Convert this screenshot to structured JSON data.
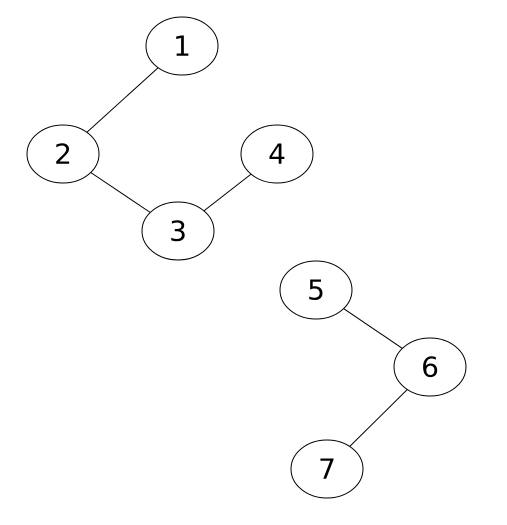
{
  "graph": {
    "nodes": [
      {
        "id": "n1",
        "label": "1"
      },
      {
        "id": "n2",
        "label": "2"
      },
      {
        "id": "n3",
        "label": "3"
      },
      {
        "id": "n4",
        "label": "4"
      },
      {
        "id": "n5",
        "label": "5"
      },
      {
        "id": "n6",
        "label": "6"
      },
      {
        "id": "n7",
        "label": "7"
      }
    ],
    "edges": [
      {
        "from": "n1",
        "to": "n2"
      },
      {
        "from": "n2",
        "to": "n3"
      },
      {
        "from": "n3",
        "to": "n4"
      },
      {
        "from": "n5",
        "to": "n6"
      },
      {
        "from": "n6",
        "to": "n7"
      }
    ]
  }
}
